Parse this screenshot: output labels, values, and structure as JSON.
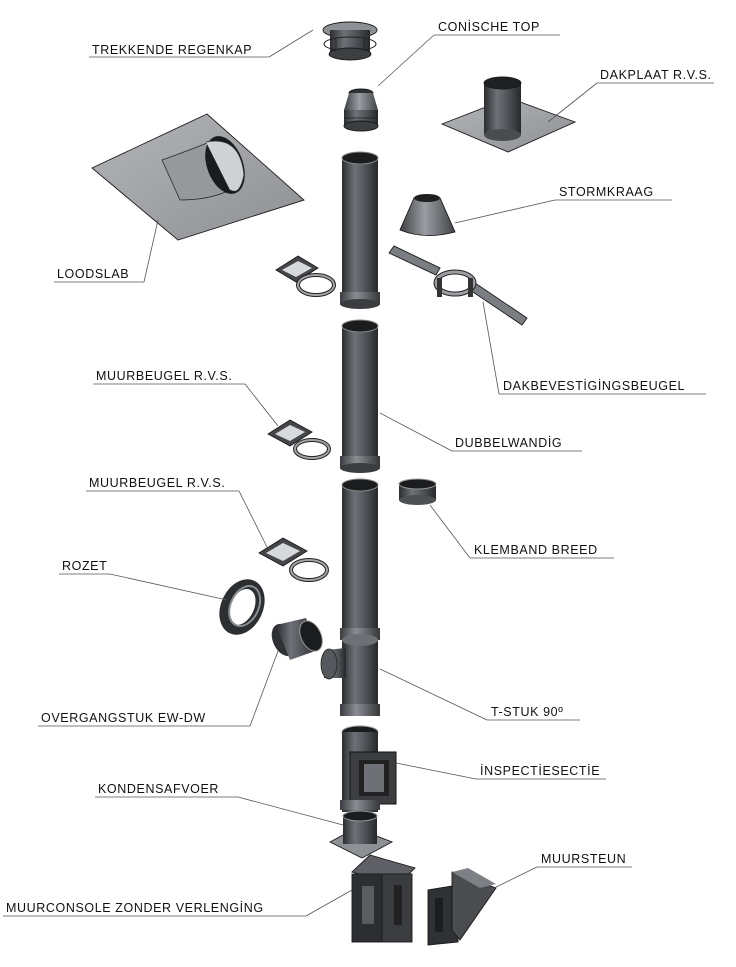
{
  "labels": {
    "trekkende_regenkap": "TREKKENDE REGENKAP",
    "conische_top": "CONİSCHE TOP",
    "dakplaat": "DAKPLAAT  R.V.S.",
    "stormkraag": "STORMKRAAG",
    "loodslab": "LOODSLAB",
    "dakbevestigingsbeugel": "DAKBEVESTİGİNGSBEUGEL",
    "muurbeugel_1": "MUURBEUGEL R.V.S.",
    "dubbelwandig": "DUBBELWANDİG",
    "muurbeugel_2": "MUURBEUGEL R.V.S.",
    "klemband_breed": "KLEMBAND BREED",
    "rozet": "ROZET",
    "overgangstuk": "OVERGANGSTUK  EW-DW",
    "t_stuk": "T-STUK 90º",
    "inspectiesectie": "İNSPECTİESECTİE",
    "kondensafvoer": "KONDENSAFVOER",
    "muursteun": "MUURSTEUN",
    "muurconsole": "MUURCONSOLE ZONDER VERLENGİNG"
  }
}
